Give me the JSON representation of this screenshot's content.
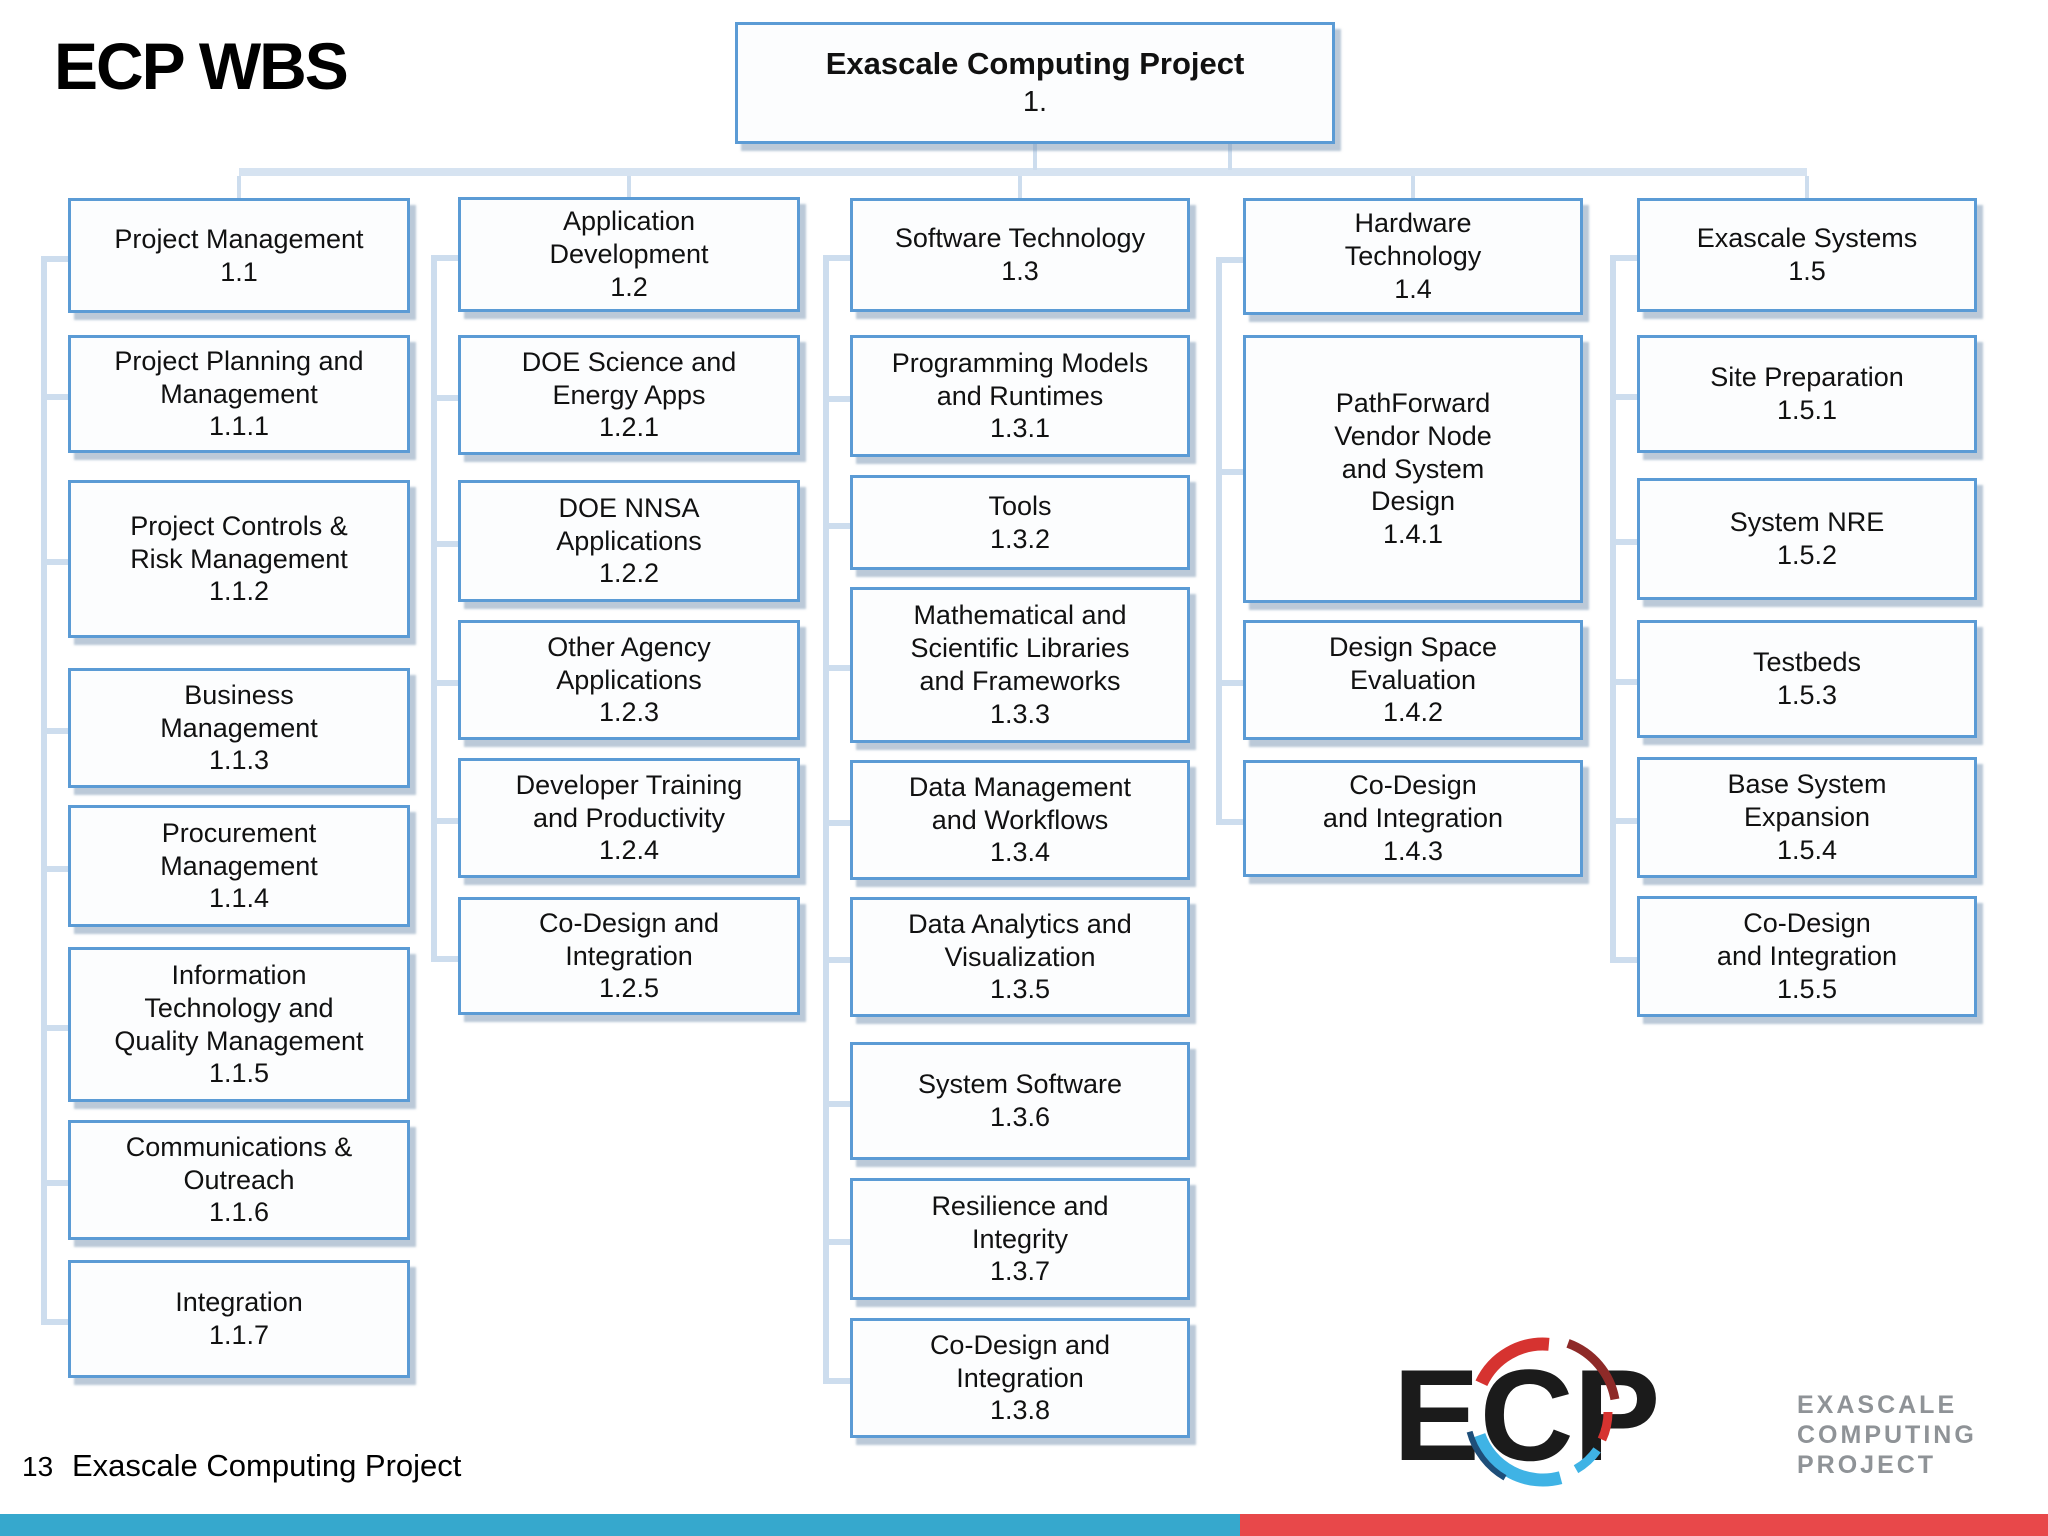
{
  "slide": {
    "title": "ECP WBS",
    "page_number": "13",
    "footer": "Exascale Computing Project"
  },
  "root": {
    "label": "Exascale Computing Project",
    "code": "1."
  },
  "columns": [
    {
      "header": {
        "lines": [
          "Project Management"
        ],
        "code": "1.1"
      },
      "children": [
        {
          "lines": [
            "Project Planning and",
            "Management"
          ],
          "code": "1.1.1"
        },
        {
          "lines": [
            "Project Controls &",
            "Risk Management"
          ],
          "code": "1.1.2"
        },
        {
          "lines": [
            "Business",
            "Management"
          ],
          "code": "1.1.3"
        },
        {
          "lines": [
            "Procurement",
            "Management"
          ],
          "code": "1.1.4"
        },
        {
          "lines": [
            "Information",
            "Technology and",
            "Quality Management"
          ],
          "code": "1.1.5"
        },
        {
          "lines": [
            "Communications &",
            "Outreach"
          ],
          "code": "1.1.6"
        },
        {
          "lines": [
            "Integration"
          ],
          "code": "1.1.7"
        }
      ]
    },
    {
      "header": {
        "lines": [
          "Application",
          "Development"
        ],
        "code": "1.2"
      },
      "children": [
        {
          "lines": [
            "DOE Science and",
            "Energy Apps"
          ],
          "code": "1.2.1"
        },
        {
          "lines": [
            "DOE NNSA",
            "Applications"
          ],
          "code": "1.2.2"
        },
        {
          "lines": [
            "Other Agency",
            "Applications"
          ],
          "code": "1.2.3"
        },
        {
          "lines": [
            "Developer Training",
            "and Productivity"
          ],
          "code": "1.2.4"
        },
        {
          "lines": [
            "Co-Design and",
            "Integration"
          ],
          "code": "1.2.5"
        }
      ]
    },
    {
      "header": {
        "lines": [
          "Software Technology"
        ],
        "code": "1.3"
      },
      "children": [
        {
          "lines": [
            "Programming Models",
            "and Runtimes"
          ],
          "code": "1.3.1"
        },
        {
          "lines": [
            "Tools"
          ],
          "code": "1.3.2"
        },
        {
          "lines": [
            "Mathematical and",
            "Scientific Libraries",
            "and Frameworks"
          ],
          "code": "1.3.3"
        },
        {
          "lines": [
            "Data Management",
            "and Workflows"
          ],
          "code": "1.3.4"
        },
        {
          "lines": [
            "Data Analytics and",
            "Visualization"
          ],
          "code": "1.3.5"
        },
        {
          "lines": [
            "System Software"
          ],
          "code": "1.3.6"
        },
        {
          "lines": [
            "Resilience and",
            "Integrity"
          ],
          "code": "1.3.7"
        },
        {
          "lines": [
            "Co-Design and",
            "Integration"
          ],
          "code": "1.3.8"
        }
      ]
    },
    {
      "header": {
        "lines": [
          "Hardware",
          "Technology"
        ],
        "code": "1.4"
      },
      "children": [
        {
          "lines": [
            "PathForward",
            "Vendor Node",
            "and System",
            "Design"
          ],
          "code": "1.4.1"
        },
        {
          "lines": [
            "Design Space",
            "Evaluation"
          ],
          "code": "1.4.2"
        },
        {
          "lines": [
            "Co-Design",
            "and Integration"
          ],
          "code": "1.4.3"
        }
      ]
    },
    {
      "header": {
        "lines": [
          "Exascale Systems"
        ],
        "code": "1.5"
      },
      "children": [
        {
          "lines": [
            "Site Preparation"
          ],
          "code": "1.5.1"
        },
        {
          "lines": [
            "System NRE"
          ],
          "code": "1.5.2"
        },
        {
          "lines": [
            "Testbeds"
          ],
          "code": "1.5.3"
        },
        {
          "lines": [
            "Base System",
            "Expansion"
          ],
          "code": "1.5.4"
        },
        {
          "lines": [
            "Co-Design",
            "and Integration"
          ],
          "code": "1.5.5"
        }
      ]
    }
  ],
  "logo": {
    "letters": "ECP",
    "wordmark": [
      "EXASCALE",
      "COMPUTING",
      "PROJECT"
    ]
  },
  "colors": {
    "box_border": "#5b9bd5",
    "connector": "#cdddee",
    "bar_blue": "#36a8cd",
    "bar_red": "#e8484a",
    "logo_red": "#d63330",
    "logo_dark_red": "#8e2a28",
    "logo_light_blue": "#3fb3e5",
    "logo_navy": "#1e4e79"
  }
}
